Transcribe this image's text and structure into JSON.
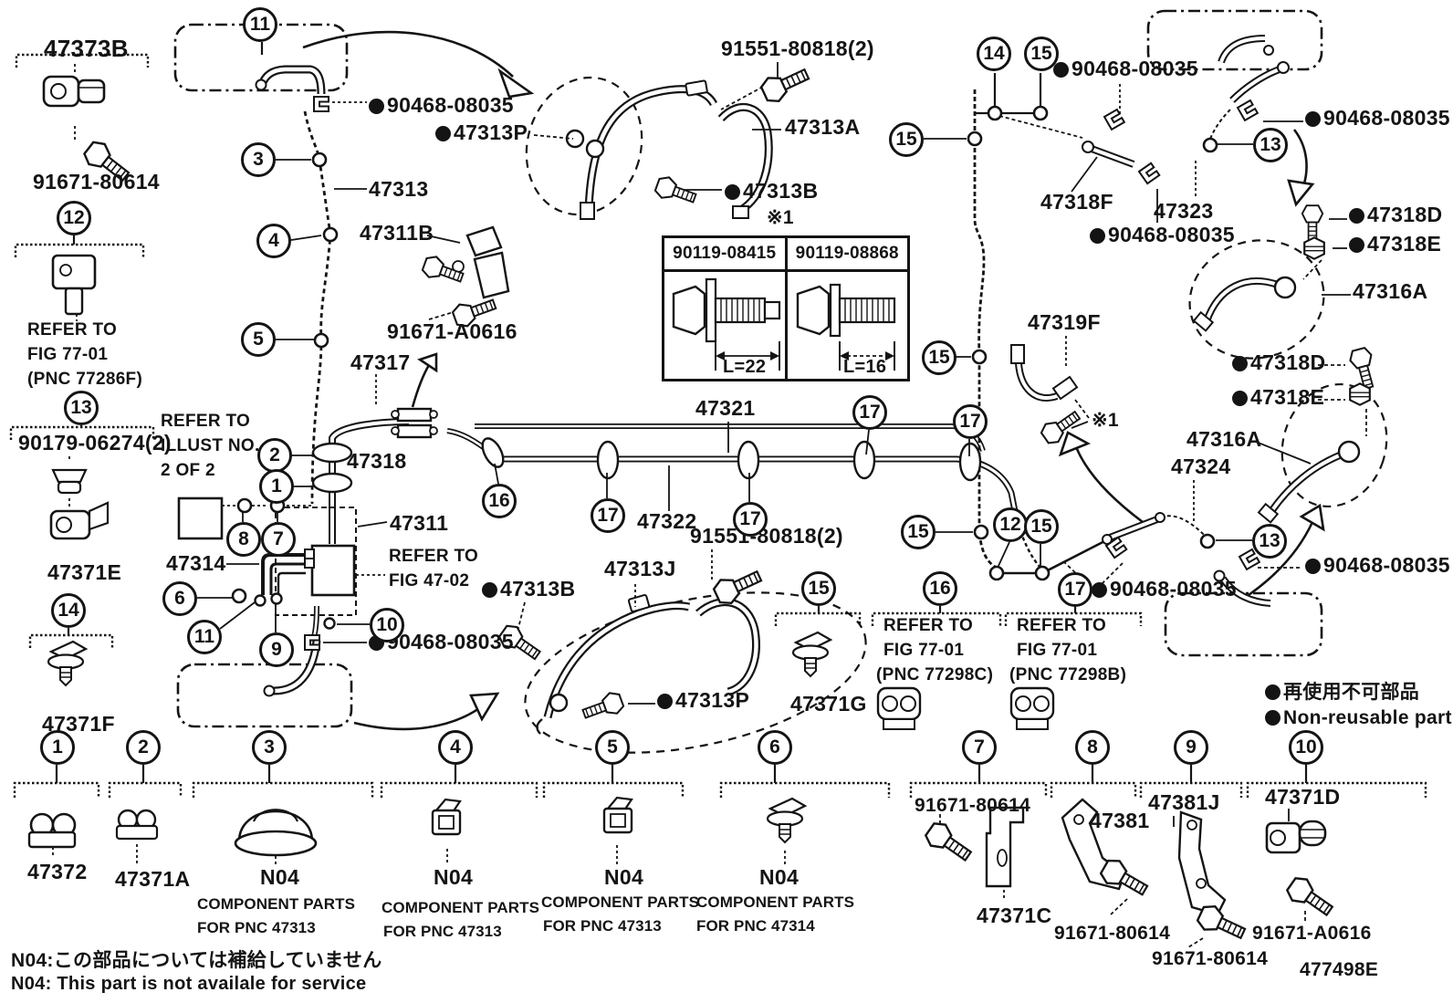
{
  "diagram_code": "477498E",
  "legend": {
    "jp": "再使用不可部品",
    "en": "Non-reusable part"
  },
  "footnote": {
    "jp": "N04:この部品については補給していません",
    "en": "N04: This part is not availale for service"
  },
  "note1": "※1",
  "bolt_table": {
    "left": {
      "part": "90119-08415",
      "len": "L=22"
    },
    "right": {
      "part": "90119-08868",
      "len": "L=16"
    }
  },
  "refer": {
    "r77286f": {
      "l1": "REFER TO",
      "l2": "FIG 77-01",
      "l3": "(PNC 77286F)"
    },
    "illust": {
      "l1": "REFER TO",
      "l2": "ILLUST NO.",
      "l3": "2 OF 2"
    },
    "fig4702": {
      "l1": "REFER TO",
      "l2": "FIG 47-02"
    },
    "r77298c": {
      "l1": "REFER TO",
      "l2": "FIG 77-01",
      "l3": "(PNC 77298C)"
    },
    "r77298b": {
      "l1": "REFER TO",
      "l2": "FIG 77-01",
      "l3": "(PNC 77298B)"
    }
  },
  "parts": {
    "p47373B": "47373B",
    "p91671_80614": "91671-80614",
    "p90179_06274": "90179-06274(2)",
    "p47371E": "47371E",
    "p47371F": "47371F",
    "p47372": "47372",
    "p47371A": "47371A",
    "n04": "N04",
    "component_parts": "COMPONENT PARTS",
    "for_pnc_47313": "FOR PNC 47313",
    "for_pnc_47314": "FOR PNC 47314",
    "p90468_08035": "90468-08035",
    "p47313P": "47313P",
    "p47313": "47313",
    "p47311B": "47311B",
    "p91671_A0616": "91671-A0616",
    "p47317": "47317",
    "p47318": "47318",
    "p47311": "47311",
    "p47314": "47314",
    "p47321": "47321",
    "p47322": "47322",
    "p91551_80818": "91551-80818(2)",
    "p47313J": "47313J",
    "p47313B": "47313B",
    "p47313A": "47313A",
    "p47318F": "47318F",
    "p47323": "47323",
    "p47318D": "47318D",
    "p47318E": "47318E",
    "p47316A": "47316A",
    "p47319F": "47319F",
    "p47324": "47324",
    "p47371G": "47371G",
    "p47371C": "47371C",
    "p47381": "47381",
    "p47381J": "47381J",
    "p47371D": "47371D"
  },
  "circled": {
    "c1": "1",
    "c2": "2",
    "c3": "3",
    "c4": "4",
    "c5": "5",
    "c6": "6",
    "c7": "7",
    "c8": "8",
    "c9": "9",
    "c10": "10",
    "c11": "11",
    "c12": "12",
    "c13": "13",
    "c14": "14",
    "c15": "15",
    "c16": "16",
    "c17": "17"
  }
}
